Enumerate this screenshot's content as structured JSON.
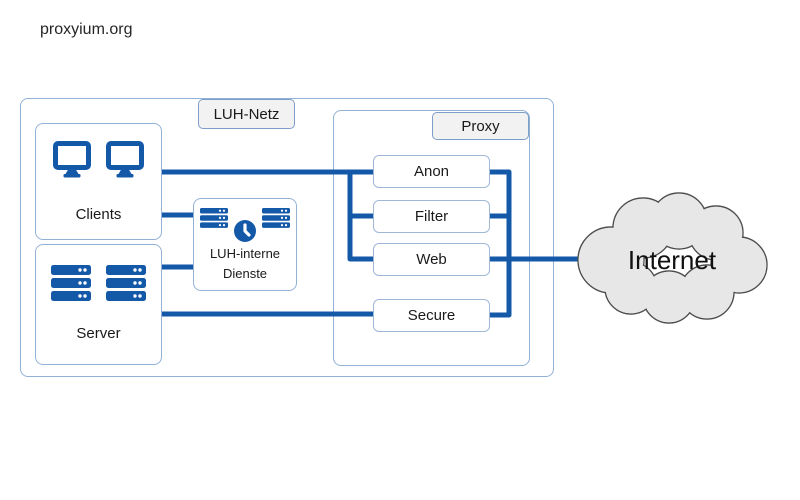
{
  "page": {
    "brand": "proxyium.org"
  },
  "colors": {
    "line_blue": "#1458a8",
    "icon_blue": "#1458a8",
    "box_border": "#92b1d6",
    "tag_border": "#7d9ec9",
    "tag_fill": "#f2f2f2",
    "cloud_fill": "#e7e7e7",
    "cloud_stroke": "#4d4d4d",
    "text": "#1a1a1a"
  },
  "diagram": {
    "network_label": "LUH-Netz",
    "clients": {
      "label": "Clients"
    },
    "server": {
      "label": "Server"
    },
    "internal_services": {
      "label_line1": "LUH-interne",
      "label_line2": "Dienste"
    },
    "proxy": {
      "label": "Proxy",
      "nodes": [
        {
          "label": "Anon"
        },
        {
          "label": "Filter"
        },
        {
          "label": "Web"
        },
        {
          "label": "Secure"
        }
      ]
    },
    "internet": {
      "label": "Internet"
    }
  }
}
